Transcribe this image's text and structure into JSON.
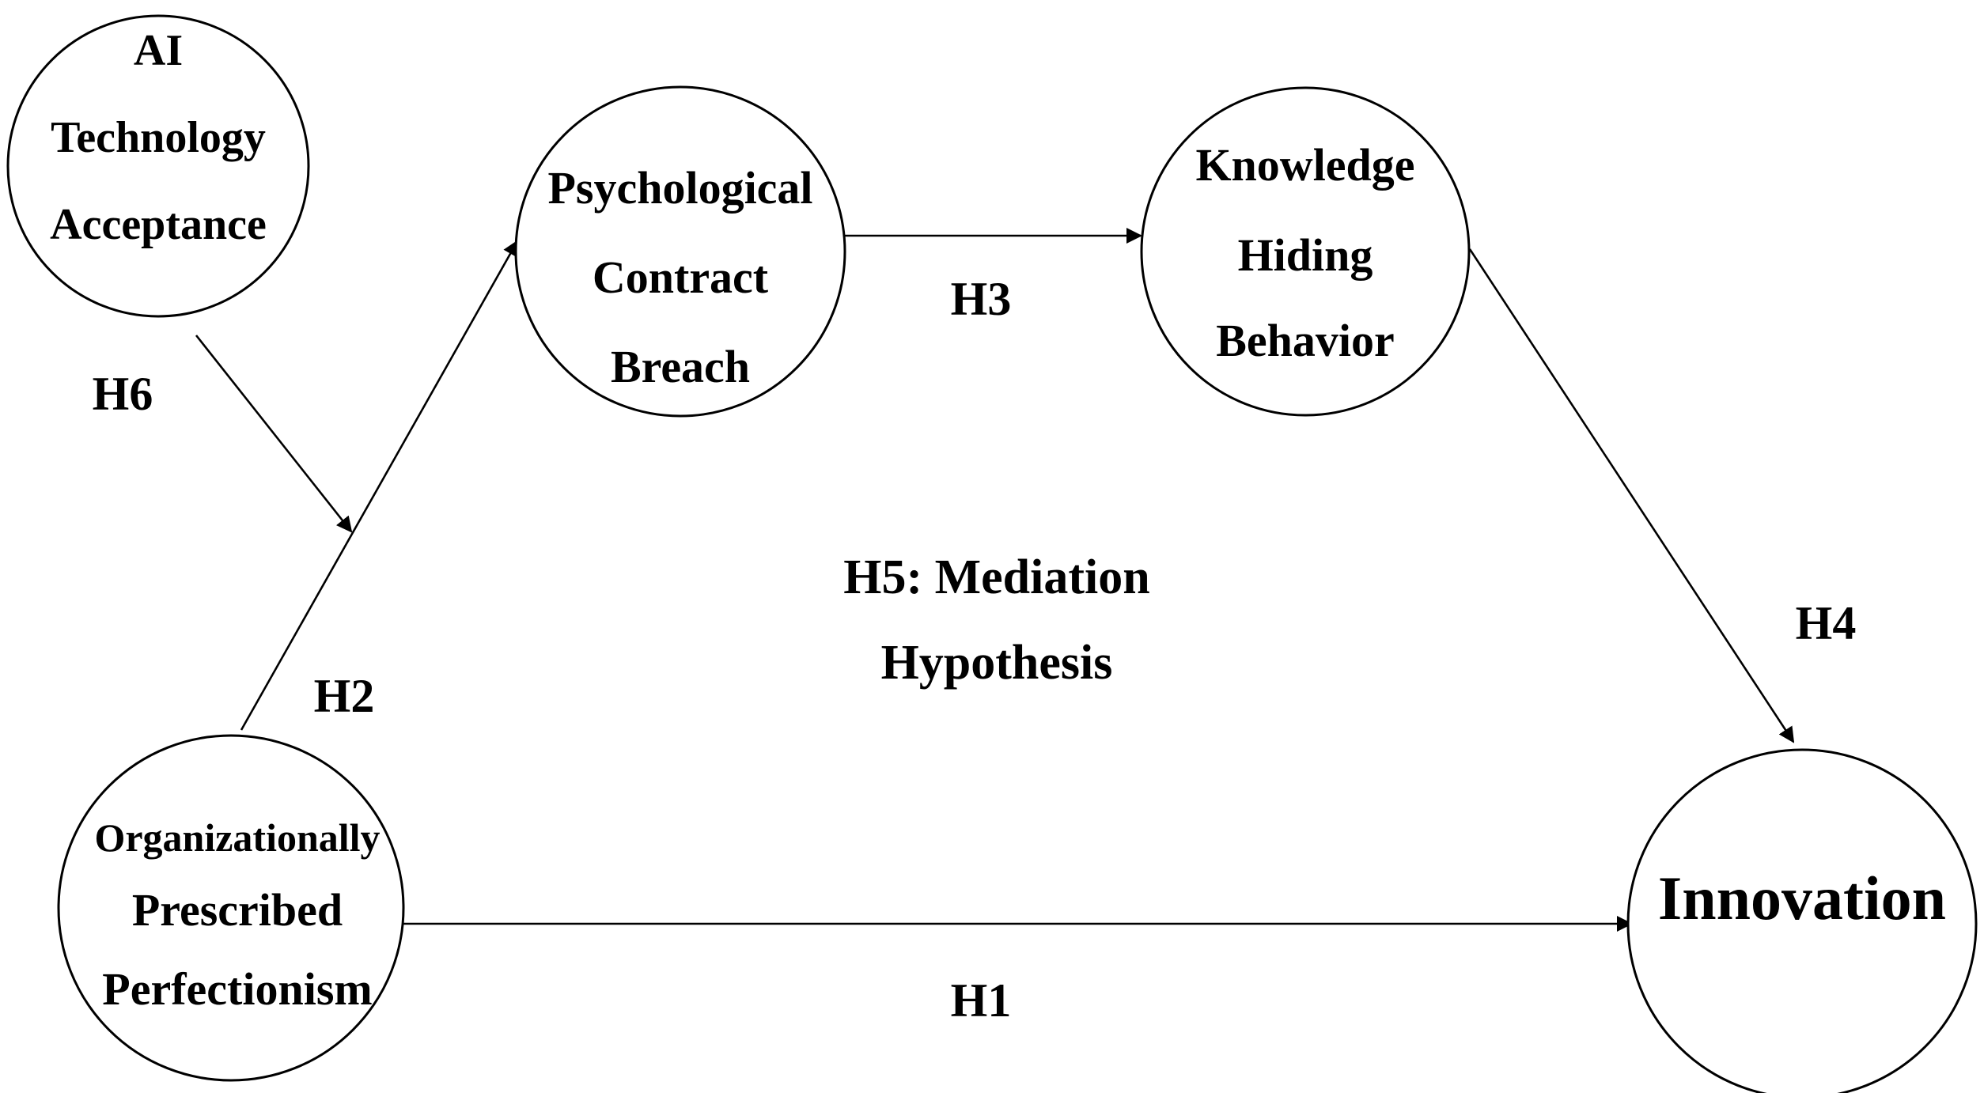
{
  "diagram": {
    "nodes": {
      "ai_tech": {
        "lines": [
          "AI",
          "Technology",
          "Acceptance"
        ]
      },
      "pcb": {
        "lines": [
          "Psychological",
          "Contract",
          "Breach"
        ]
      },
      "khb": {
        "lines": [
          "Knowledge",
          "Hiding",
          "Behavior"
        ]
      },
      "opp": {
        "lines": [
          "Organizationally",
          "Prescribed",
          "Perfectionism"
        ]
      },
      "innovation": {
        "lines": [
          "Innovation"
        ]
      }
    },
    "hypotheses": {
      "h1": "H1",
      "h2": "H2",
      "h3": "H3",
      "h4": "H4",
      "h5_line1": "H5: Mediation",
      "h5_line2": "Hypothesis",
      "h6": "H6"
    },
    "edges": [
      {
        "from": "opp",
        "to": "innovation",
        "label": "H1"
      },
      {
        "from": "opp",
        "to": "pcb",
        "label": "H2"
      },
      {
        "from": "pcb",
        "to": "khb",
        "label": "H3"
      },
      {
        "from": "khb",
        "to": "innovation",
        "label": "H4"
      },
      {
        "from": "ai_tech",
        "to": "opp-pcb path",
        "label": "H6"
      }
    ]
  }
}
